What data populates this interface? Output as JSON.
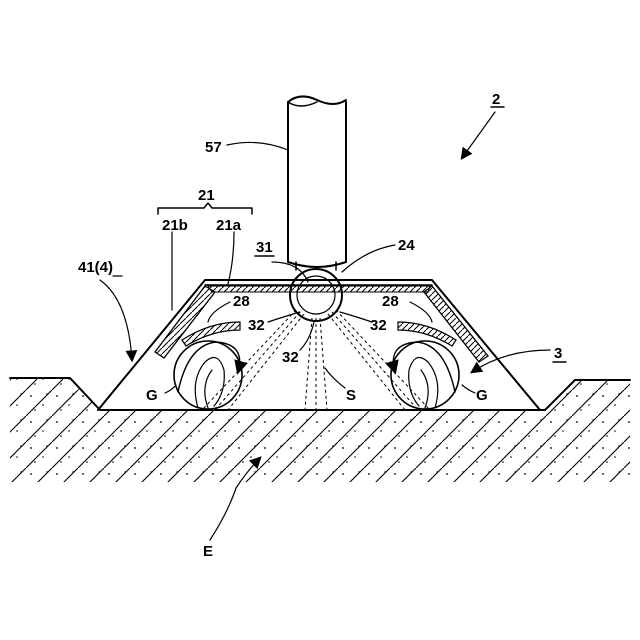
{
  "figure": {
    "labels": {
      "assembly": "2",
      "pipe": "57",
      "casing_group": "21",
      "casing_outer": "21b",
      "casing_inner": "21a",
      "nozzle_head": "31",
      "joint": "24",
      "cover": "41(4)",
      "guide_left": "28",
      "guide_right": "28",
      "nozzle_left": "32",
      "nozzle_right": "32",
      "nozzle_center": "32",
      "unit": "3",
      "vortex_left": "G",
      "vortex_right": "G",
      "spray": "S",
      "ground": "E"
    }
  }
}
